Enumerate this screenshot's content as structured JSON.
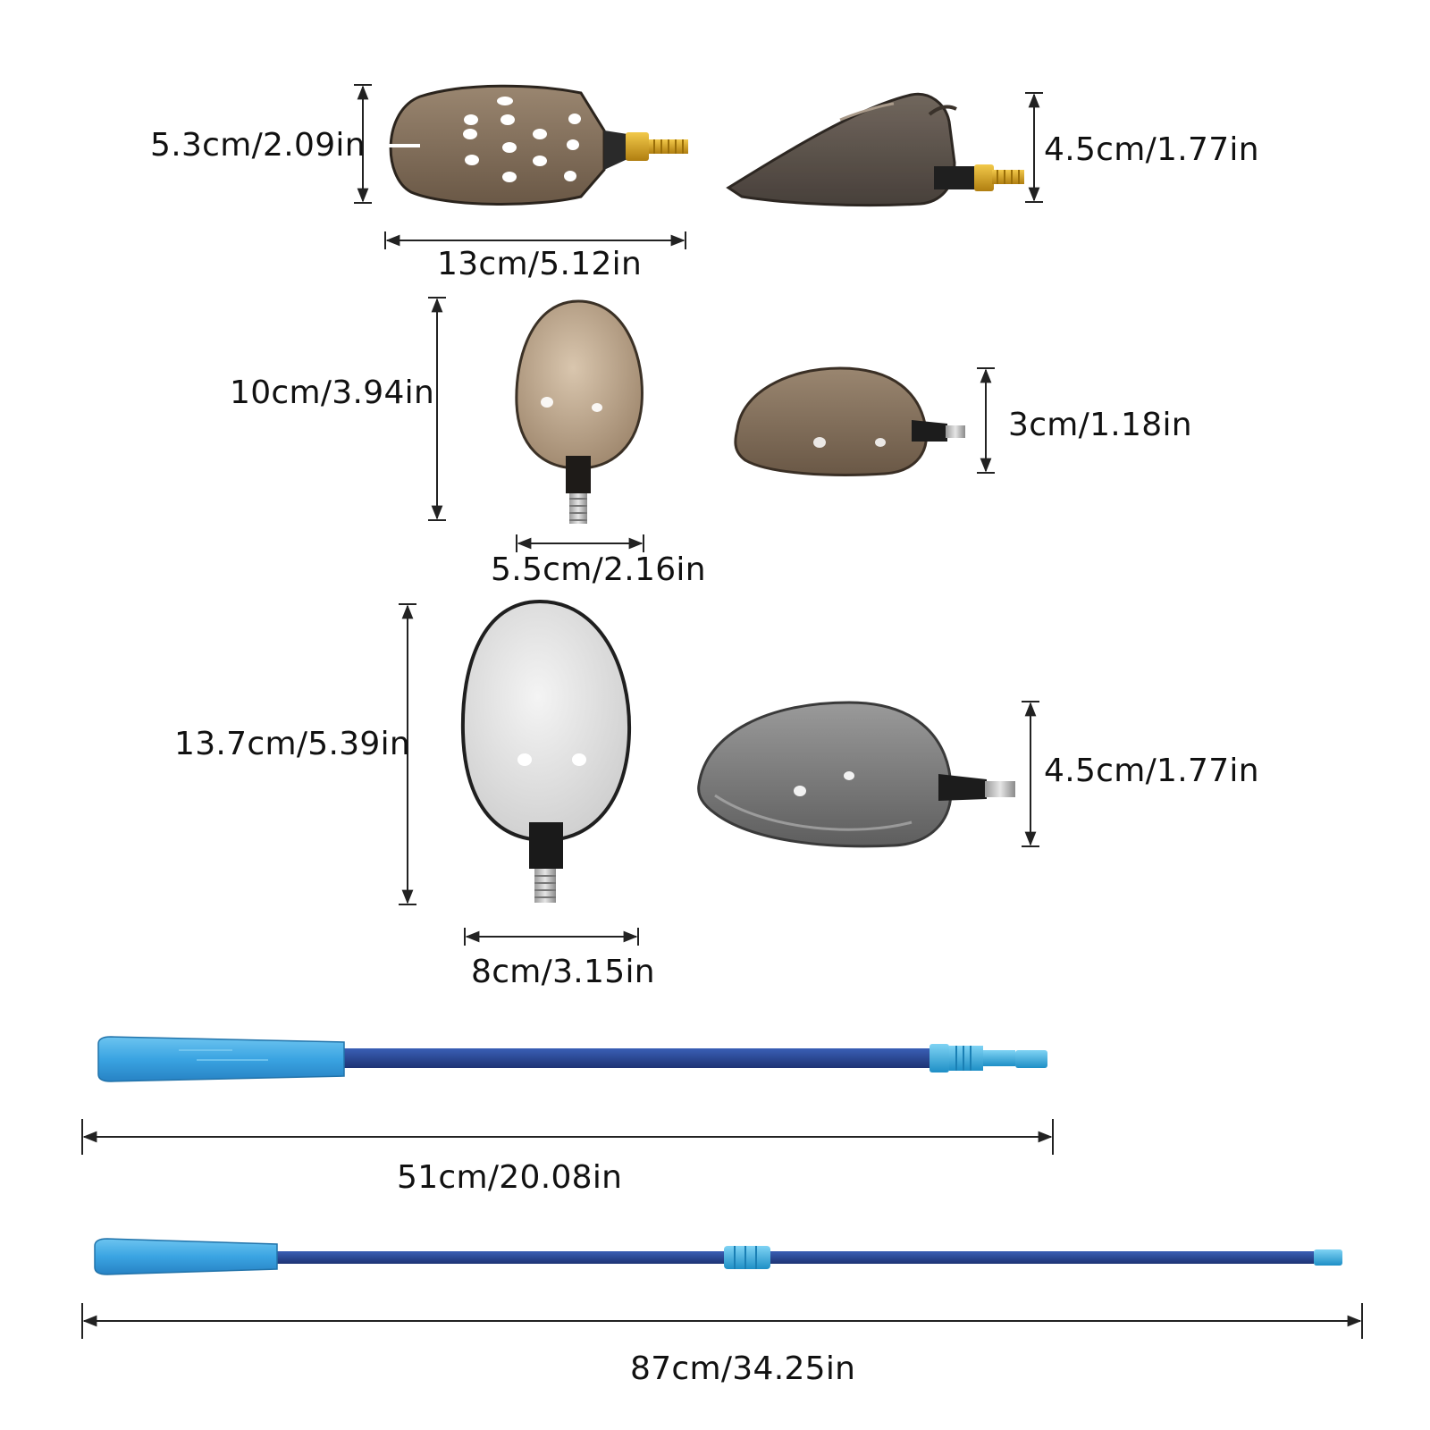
{
  "labels": {
    "scoop1_height": "5.3cm/2.09in",
    "scoop1_width": "13cm/5.12in",
    "scoop1_side_height": "4.5cm/1.77in",
    "cup_small_height": "10cm/3.94in",
    "cup_small_width": "5.5cm/2.16in",
    "cup_small_side_height": "3cm/1.18in",
    "cup_large_height": "13.7cm/5.39in",
    "cup_large_width": "8cm/3.15in",
    "cup_large_side_height": "4.5cm/1.77in",
    "pole_short_length": "51cm/20.08in",
    "pole_long_length": "87cm/34.25in"
  },
  "colors": {
    "brown_plastic": "#7d6a55",
    "tan_plastic": "#b49b80",
    "grey_plastic": "#7c7c7c",
    "clear_plastic": "#dcdcdc",
    "grip_blue": "#3ba2e0",
    "pole_navy": "#243f8c",
    "fitting_cyan": "#2aa7dd",
    "brass": "#d8a21b"
  }
}
